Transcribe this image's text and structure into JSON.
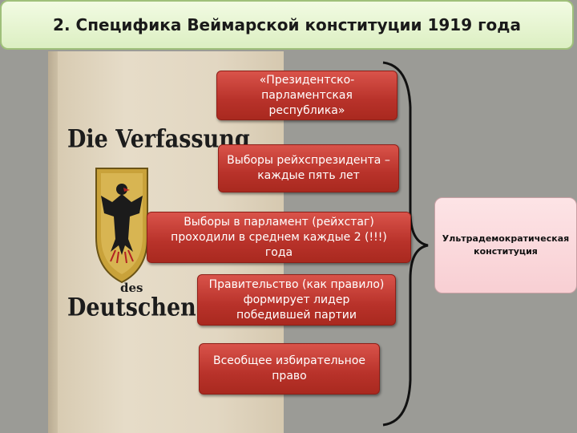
{
  "title": "2. Специфика Веймарской конституции 1919 года",
  "cover": {
    "line1": "Die Verfassung",
    "line2": "des",
    "line3": "Deutschen Reichs"
  },
  "boxes": [
    "«Президентско-парламентская республика»",
    "Выборы рейхспрезидента – каждые пять лет",
    "Выборы в парламент (рейхстаг) проходили в среднем каждые 2 (!!!) года",
    "Правительство (как правило) формирует лидер победившей партии",
    "Всеобщее избирательное право"
  ],
  "summary": "Ультрадемократическая конституция",
  "colors": {
    "box_red": "#b8322a",
    "summary_pink": "#fbd9dc",
    "title_green": "#e6f5d0"
  }
}
